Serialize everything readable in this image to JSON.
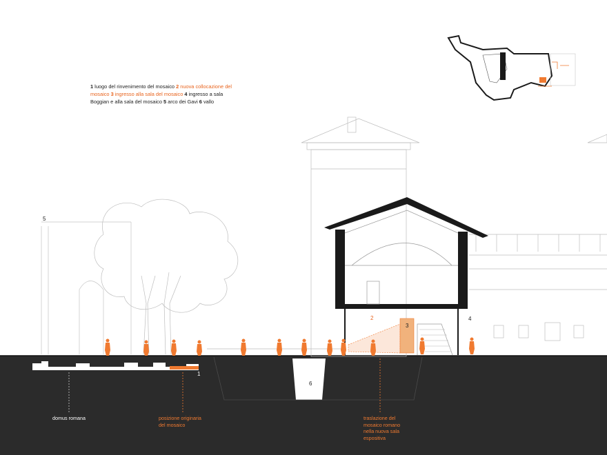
{
  "legend": {
    "n1": "1",
    "t1": " luogo del rinvenimento del mosaico ",
    "n2": "2",
    "t2": " nuova collocazione del mosaico ",
    "n3": "3",
    "t3": " ingresso alla sala del mosaico ",
    "n4": "4",
    "t4": " ingresso a sala Boggian e alla sala del mosaico ",
    "n5": "5",
    "t5": " arco dei Gavi ",
    "n6": "6",
    "t6": " vallo"
  },
  "markers": {
    "m1": "1",
    "m2": "2",
    "m3": "3",
    "m4": "4",
    "m5": "5",
    "m6": "6"
  },
  "captions": {
    "domus": "domus romana",
    "originaria_1": "posizione originaria",
    "originaria_2": "del mosaico",
    "traslazione_1": "traslazione del",
    "traslazione_2": "mosaico romano",
    "traslazione_3": "nella nuova sala",
    "traslazione_4": "espositiva"
  },
  "colors": {
    "ground": "#2b2b2b",
    "accent": "#f07a30",
    "line": "#b5b5b5",
    "roof": "#1a1a1a"
  }
}
